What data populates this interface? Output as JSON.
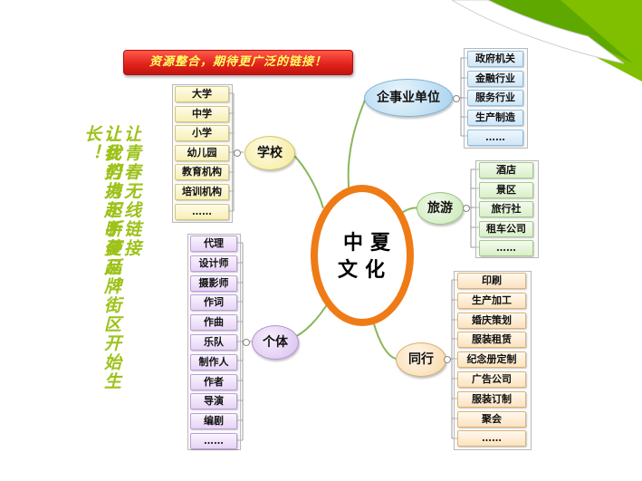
{
  "banner": "资源整合，期待更广泛的链接！",
  "slogan_right": "让青春无线链接",
  "slogan_right2": "让优势力不断蔓延！",
  "slogan_left": "让我们携起手使品牌街区开始生长！",
  "center": {
    "line1": "中夏",
    "line2": "文化"
  },
  "branches": {
    "enterprise": {
      "label": "企事业单位",
      "items": [
        "政府机关",
        "金融行业",
        "服务行业",
        "生产制造",
        "……"
      ]
    },
    "tourism": {
      "label": "旅游",
      "items": [
        "酒店",
        "景区",
        "旅行社",
        "租车公司",
        "……"
      ]
    },
    "peers": {
      "label": "同行",
      "items": [
        "印刷",
        "生产加工",
        "婚庆策划",
        "服装租赁",
        "纪念册定制",
        "广告公司",
        "服装订制",
        "聚会",
        "……"
      ]
    },
    "school": {
      "label": "学校",
      "items": [
        "大学",
        "中学",
        "小学",
        "幼儿园",
        "教育机构",
        "培训机构",
        "……"
      ]
    },
    "individual": {
      "label": "个体",
      "items": [
        "代理",
        "设计师",
        "摄影师",
        "作词",
        "作曲",
        "乐队",
        "制作人",
        "作者",
        "导演",
        "编剧",
        "……"
      ]
    }
  },
  "colors": {
    "center_ring": "#ef7b16",
    "slogan": "#9dc21a",
    "banner_bg": "#e0201a",
    "banner_text": "#ffff66",
    "accent_green": "#7fbf00"
  }
}
